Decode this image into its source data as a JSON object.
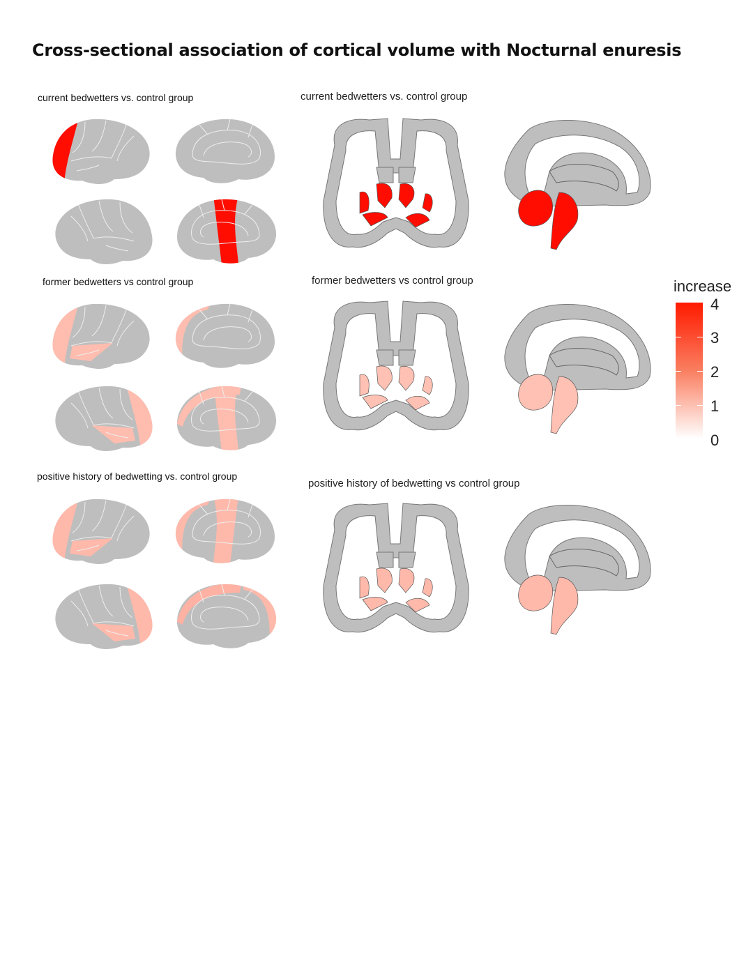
{
  "title": "Cross-sectional association of cortical volume with Nocturnal enuresis",
  "legend": {
    "title": "increase",
    "ticks": [
      "4",
      "3",
      "2",
      "1",
      "0"
    ],
    "range": [
      0,
      4
    ],
    "low_color": "#ffffff",
    "high_color": "#ff0000"
  },
  "panels": [
    {
      "cortical_title": "current bedwetters vs. control group",
      "subcortical_title": "current bedwetters vs. control group",
      "cortical": {
        "lat_top": {
          "frontal": 4
        },
        "med_top": {},
        "lat_bot": {},
        "med_bot": {
          "parietal": 4
        }
      },
      "subcortical_value": 4
    },
    {
      "cortical_title": "former bedwetters vs control group",
      "subcortical_title": "former bedwetters vs control group",
      "cortical": {
        "lat_top": {
          "frontal": 1.5,
          "temporal": 1.5
        },
        "med_top": {
          "frontal": 1.5
        },
        "lat_bot": {
          "frontal": 1.5,
          "temporal": 1.5
        },
        "med_bot": {
          "parietal": 1.5,
          "cingulate": 1.5
        }
      },
      "subcortical_value": 1.4
    },
    {
      "cortical_title": "positive history of bedwetting vs. control group",
      "subcortical_title": "positive history of bedwetting vs control group",
      "cortical": {
        "lat_top": {
          "frontal": 1.6,
          "temporal": 1.6
        },
        "med_top": {
          "frontal": 1.6,
          "parietal": 1.6
        },
        "lat_bot": {
          "frontal": 1.6,
          "temporal": 1.6
        },
        "med_bot": {
          "cingulate": 1.8,
          "frontal": 1.6
        }
      },
      "subcortical_value": 1.6
    }
  ]
}
